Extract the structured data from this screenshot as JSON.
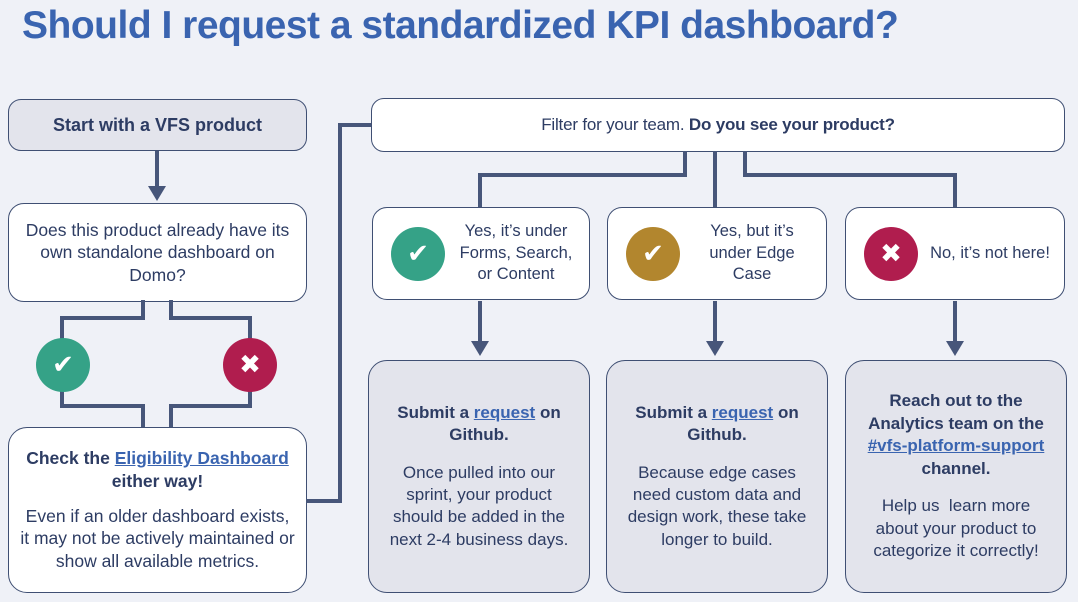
{
  "title": "Should I request a standardized KPI dashboard?",
  "colors": {
    "background": "#eff1f7",
    "title_blue": "#3a64b0",
    "link_blue": "#3a64b0",
    "text_navy": "#2d3c63",
    "connector_navy": "#47567a",
    "node_border": "#3f4f73",
    "node_gray_fill": "#e3e4ec",
    "check_green": "#35a287",
    "check_gold": "#b2862e",
    "x_crimson": "#b01d4e"
  },
  "left": {
    "start_label": "Start with a VFS product",
    "question": "Does this product already have its own standalone dashboard on Domo?",
    "yes_glyph": "✔",
    "no_glyph": "✖",
    "check": {
      "bold_before": "Check the ",
      "link": "Eligibility Dashboard",
      "bold_after": " either way!",
      "body": "Even if an older dashboard exists, it may not be actively maintained or show all available metrics."
    }
  },
  "filter": {
    "regular": "Filter for your team. ",
    "bold": "Do you see your product?"
  },
  "options": [
    {
      "glyph": "✔",
      "color": "#35a287",
      "label": "Yes, it’s under Forms, Search, or Content"
    },
    {
      "glyph": "✔",
      "color": "#b2862e",
      "label": "Yes, but it’s under Edge Case"
    },
    {
      "glyph": "✖",
      "color": "#b01d4e",
      "label": "No, it’s not here!"
    }
  ],
  "results": [
    {
      "bold_before": "Submit a ",
      "link": "request",
      "bold_after": " on Github.",
      "body": "Once pulled into our sprint, your product should be added in the next 2-4 business days."
    },
    {
      "bold_before": "Submit a ",
      "link": "request",
      "bold_after": " on Github.",
      "body": "Because edge cases need custom data and design work, these take longer to build."
    },
    {
      "bold_before": "Reach out to the Analytics team on the ",
      "link": "#vfs-platform-support",
      "bold_after": " channel.",
      "body": "Help us  learn more about your product to categorize it correctly!"
    }
  ]
}
